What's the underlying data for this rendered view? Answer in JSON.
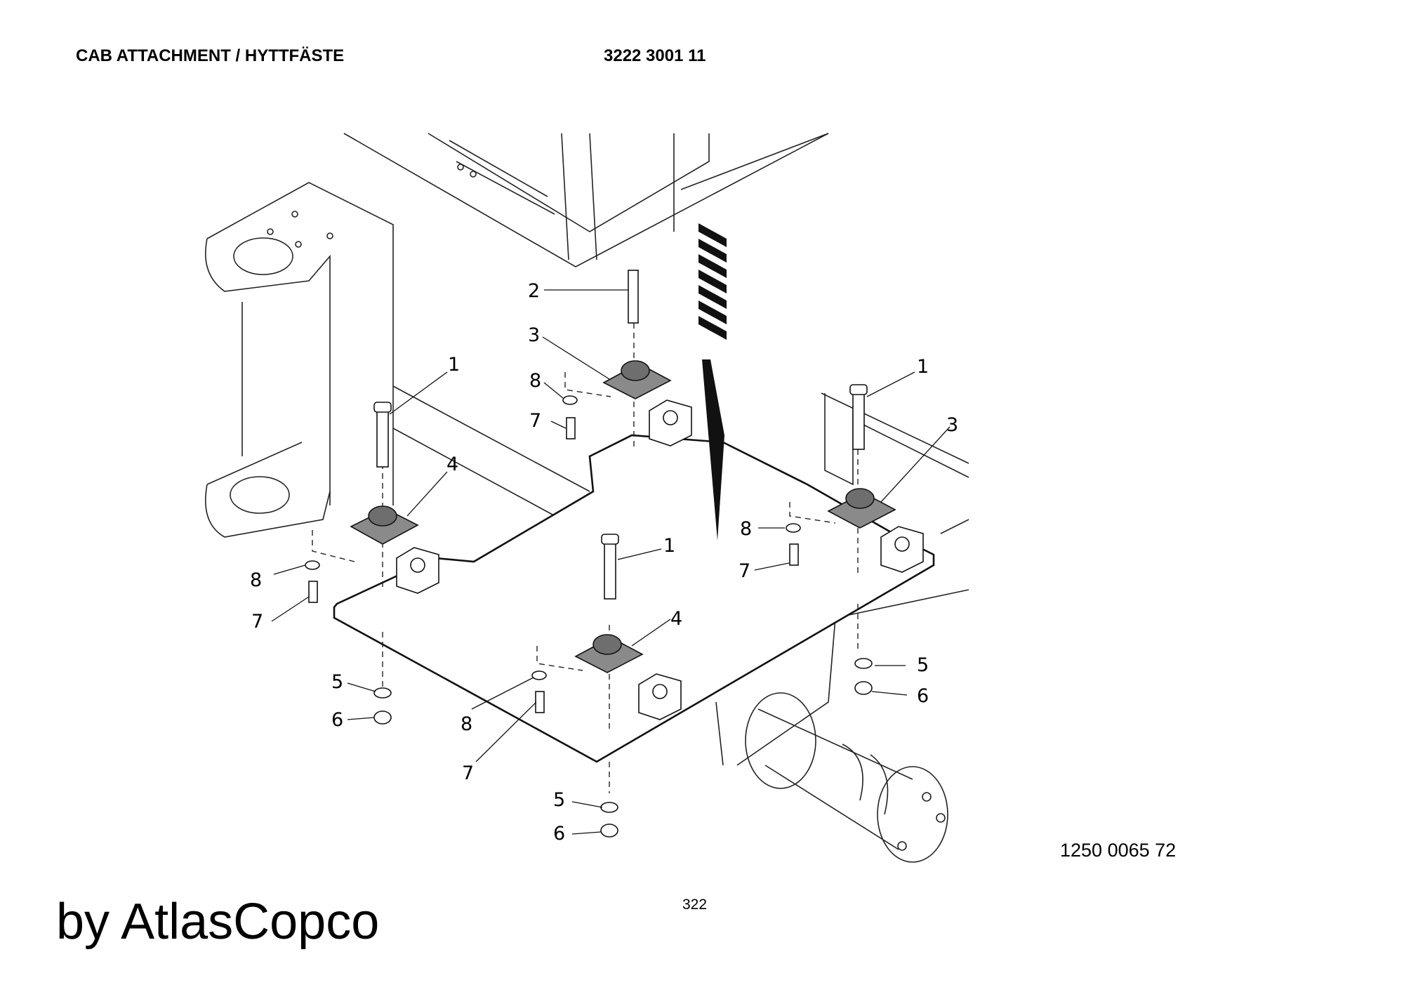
{
  "header": {
    "title": "CAB ATTACHMENT / HYTTFÄSTE",
    "part_number": "3222 3001 11"
  },
  "drawing_number": "1250 0065 72",
  "page_number": "322",
  "brand": "by AtlasCopco",
  "callouts": [
    {
      "id": "c1a",
      "label": "1"
    },
    {
      "id": "c1b",
      "label": "1"
    },
    {
      "id": "c1c",
      "label": "1"
    },
    {
      "id": "c2",
      "label": "2"
    },
    {
      "id": "c3a",
      "label": "3"
    },
    {
      "id": "c3b",
      "label": "3"
    },
    {
      "id": "c4a",
      "label": "4"
    },
    {
      "id": "c4b",
      "label": "4"
    },
    {
      "id": "c5a",
      "label": "5"
    },
    {
      "id": "c5b",
      "label": "5"
    },
    {
      "id": "c5c",
      "label": "5"
    },
    {
      "id": "c6a",
      "label": "6"
    },
    {
      "id": "c6b",
      "label": "6"
    },
    {
      "id": "c6c",
      "label": "6"
    },
    {
      "id": "c7a",
      "label": "7"
    },
    {
      "id": "c7b",
      "label": "7"
    },
    {
      "id": "c7c",
      "label": "7"
    },
    {
      "id": "c7d",
      "label": "7"
    },
    {
      "id": "c8a",
      "label": "8"
    },
    {
      "id": "c8b",
      "label": "8"
    },
    {
      "id": "c8c",
      "label": "8"
    },
    {
      "id": "c8d",
      "label": "8"
    }
  ]
}
